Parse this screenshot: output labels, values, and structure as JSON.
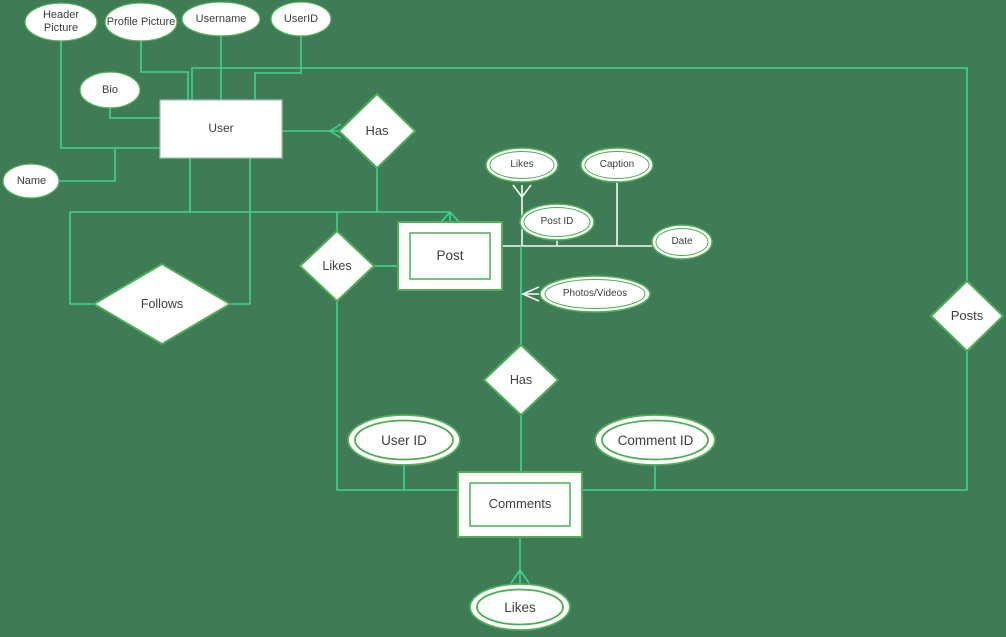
{
  "diagram": {
    "type": "entity-relationship",
    "background": "#3f7b57",
    "colors": {
      "connector_green": "#3bd68f",
      "connector_white": "#f4f9f5",
      "shape_border": "#4fae56",
      "shape_fill": "#ffffff",
      "label_text": "#404040"
    },
    "nodes": {
      "user": {
        "type": "entity",
        "label": "User"
      },
      "post": {
        "type": "entity",
        "label": "Post"
      },
      "comments": {
        "type": "entity",
        "label": "Comments"
      },
      "has_user_post": {
        "type": "relationship",
        "label": "Has"
      },
      "likes_user_post": {
        "type": "relationship",
        "label": "Likes"
      },
      "follows": {
        "type": "relationship",
        "label": "Follows"
      },
      "has_post_comments": {
        "type": "relationship",
        "label": "Has"
      },
      "posts": {
        "type": "relationship",
        "label": "Posts"
      },
      "header_picture": {
        "type": "attribute",
        "label": "Header Picture"
      },
      "profile_picture": {
        "type": "attribute",
        "label": "Profile Picture"
      },
      "username": {
        "type": "attribute",
        "label": "Username"
      },
      "userid": {
        "type": "attribute",
        "label": "UserID"
      },
      "bio": {
        "type": "attribute",
        "label": "Bio"
      },
      "name": {
        "type": "attribute",
        "label": "Name"
      },
      "likes_post_attr": {
        "type": "attribute",
        "label": "Likes"
      },
      "caption": {
        "type": "attribute",
        "label": "Caption"
      },
      "post_id": {
        "type": "attribute",
        "label": "Post ID"
      },
      "date": {
        "type": "attribute",
        "label": "Date"
      },
      "photos_videos": {
        "type": "attribute",
        "label": "Photos/Videos"
      },
      "user_id": {
        "type": "multivalued-attribute",
        "label": "User ID"
      },
      "comment_id": {
        "type": "multivalued-attribute",
        "label": "Comment ID"
      },
      "likes_comments_attr": {
        "type": "multivalued-attribute",
        "label": "Likes"
      }
    },
    "edges": [
      {
        "from": "user",
        "to": "header_picture"
      },
      {
        "from": "user",
        "to": "profile_picture"
      },
      {
        "from": "user",
        "to": "username"
      },
      {
        "from": "user",
        "to": "userid"
      },
      {
        "from": "user",
        "to": "bio"
      },
      {
        "from": "user",
        "to": "name"
      },
      {
        "from": "user",
        "to": "has_user_post",
        "marker": "crow-foot"
      },
      {
        "from": "has_user_post",
        "to": "post",
        "marker": "crow-foot"
      },
      {
        "from": "user",
        "to": "likes_user_post"
      },
      {
        "from": "likes_user_post",
        "to": "post"
      },
      {
        "from": "likes_user_post",
        "to": "comments"
      },
      {
        "from": "user",
        "to": "follows"
      },
      {
        "from": "follows",
        "to": "user"
      },
      {
        "from": "user",
        "to": "posts"
      },
      {
        "from": "posts",
        "to": "comments"
      },
      {
        "from": "post",
        "to": "likes_post_attr",
        "marker": "crow-foot"
      },
      {
        "from": "post",
        "to": "caption"
      },
      {
        "from": "post",
        "to": "post_id"
      },
      {
        "from": "post",
        "to": "date"
      },
      {
        "from": "post",
        "to": "photos_videos",
        "marker": "crow-foot"
      },
      {
        "from": "post",
        "to": "has_post_comments"
      },
      {
        "from": "has_post_comments",
        "to": "comments"
      },
      {
        "from": "comments",
        "to": "user_id"
      },
      {
        "from": "comments",
        "to": "comment_id"
      },
      {
        "from": "comments",
        "to": "likes_comments_attr",
        "marker": "crow-foot"
      }
    ]
  }
}
